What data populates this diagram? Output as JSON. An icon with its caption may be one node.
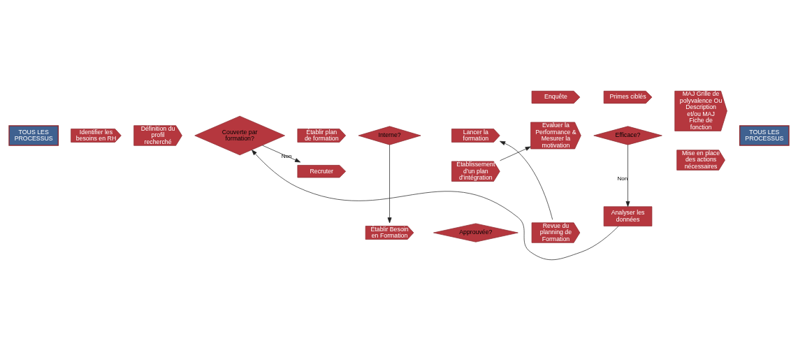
{
  "diagram": {
    "nodes": [
      {
        "text": [
          "TOUS LES PROCESSUS"
        ]
      },
      {
        "text": [
          "Identifier les besoins en RH"
        ]
      },
      {
        "text": [
          "Définition du profil recherché"
        ]
      },
      {
        "text": [
          "Couverte par formation?"
        ]
      },
      {
        "text": [
          "Établir plan de formation"
        ]
      },
      {
        "text": [
          "Interne?"
        ]
      },
      {
        "text": [
          "Établir Besoin en Formation"
        ]
      },
      {
        "text": [
          "Approuvée?"
        ]
      },
      {
        "text": [
          "Revue du planning de Formation"
        ]
      },
      {
        "text": [
          "Lancer la formation"
        ]
      },
      {
        "text": [
          "Evaluer la Performance & Mesurer la motivation"
        ]
      },
      {
        "text": [
          "Efficace?"
        ]
      },
      {
        "text": [
          "MAJ Grille de polyvalence Ou Description et/ou MAJ Fiche de fonction"
        ]
      },
      {
        "text": [
          "Mise en place des actions nécessaires"
        ]
      },
      {
        "text": [
          "TOUS LES PROCESSUS"
        ]
      },
      {
        "text": [
          "Recruter"
        ]
      },
      {
        "text": [
          "Établissement d’un plan d’intégration"
        ]
      },
      {
        "text": [
          "Enquête"
        ]
      },
      {
        "text": [
          "Primes ciblés"
        ]
      },
      {
        "text": [
          "Analyser les données"
        ]
      }
    ],
    "edges": [
      {
        "from": 5,
        "to": 6,
        "arrow": "to"
      },
      {
        "from": 8,
        "to": 9,
        "arrow": "to"
      },
      {
        "from": 3,
        "to": 15,
        "arrow": "to",
        "label": "Non"
      },
      {
        "from": 16,
        "to": 10,
        "arrow": "to"
      },
      {
        "from": 11,
        "to": 19,
        "arrow": "to",
        "label": "Non"
      },
      {
        "from": 19,
        "to": 3,
        "arrow": "to"
      }
    ]
  }
}
